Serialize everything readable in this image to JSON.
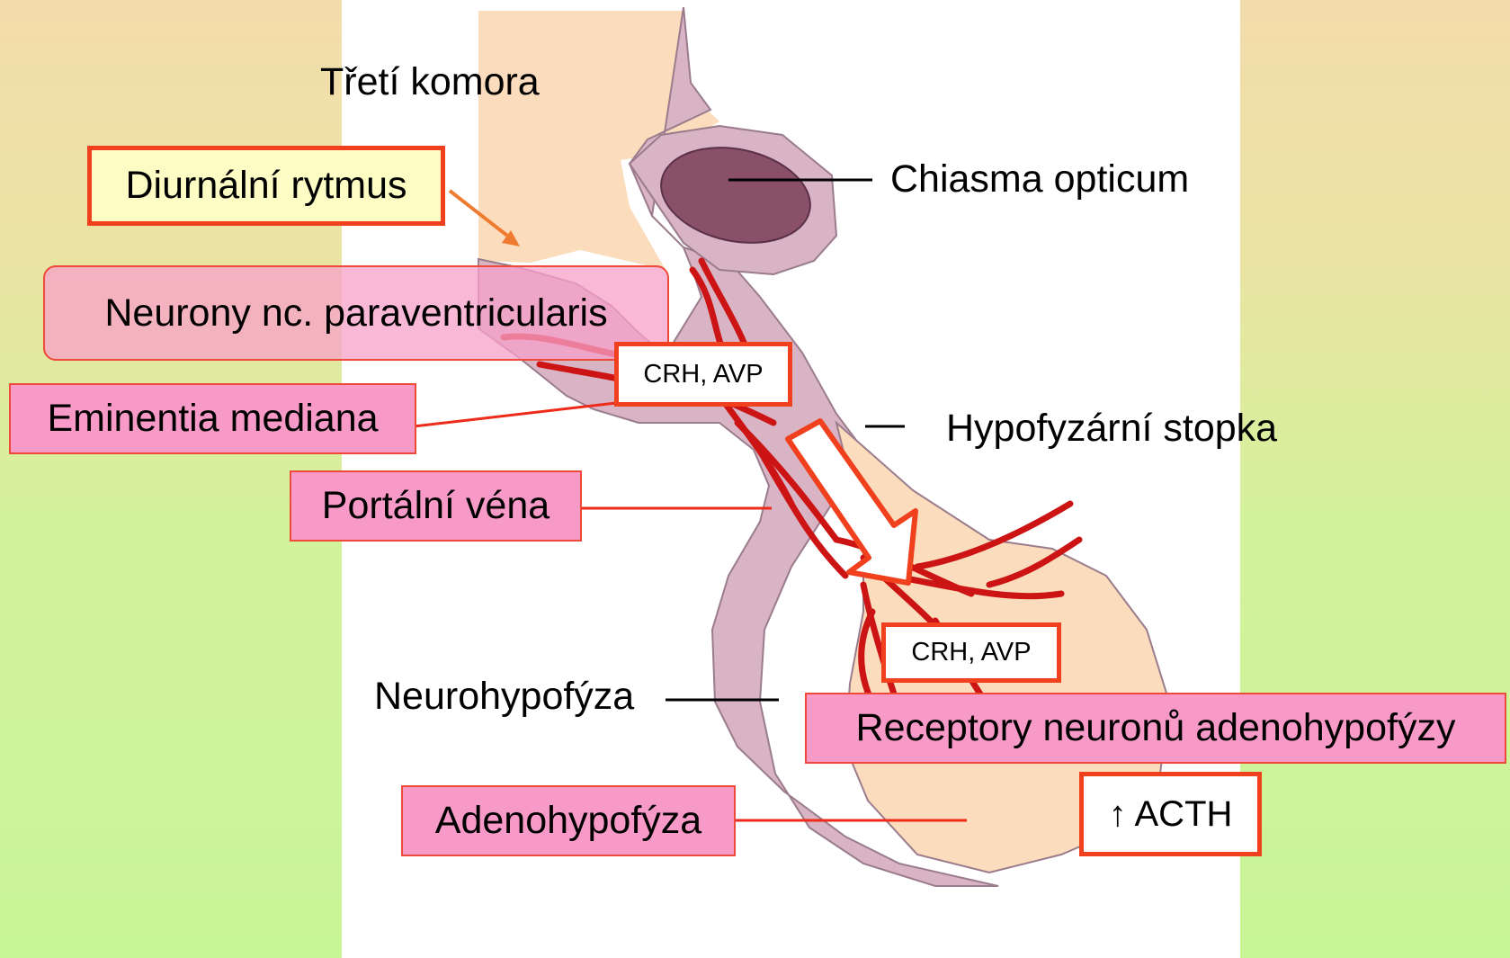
{
  "labels": {
    "treti_komora": "Třetí komora",
    "diurnalni_rytmus": "Diurnální rytmus",
    "chiasma_opticum": "Chiasma opticum",
    "neurony": "Neurony nc. paraventricularis",
    "crh_avp_top": "CRH, AVP",
    "eminentia": "Eminentia mediana",
    "hypofyzarni_stopka": "Hypofyzární stopka",
    "portalni_vena": "Portální véna",
    "crh_avp_bottom": "CRH, AVP",
    "neurohypofyza": "Neurohypofýza",
    "receptory": "Receptory neuronů adenohypofýzy",
    "adenohypofyza": "Adenohypofýza",
    "acth": "↑ ACTH"
  },
  "colors": {
    "slide_top": "#f3dcac",
    "slide_bottom": "#c8f596",
    "tissue_peach": "#fbdcbc",
    "membrane_mauve": "#d8b4c4",
    "chiasma": "#8a5068",
    "vessels": "#cc1414",
    "label_pink": "#f79ac8",
    "label_border": "#ee4a3a",
    "note_yellow": "#fcfcc4",
    "arrow_orange": "#f07a30"
  }
}
